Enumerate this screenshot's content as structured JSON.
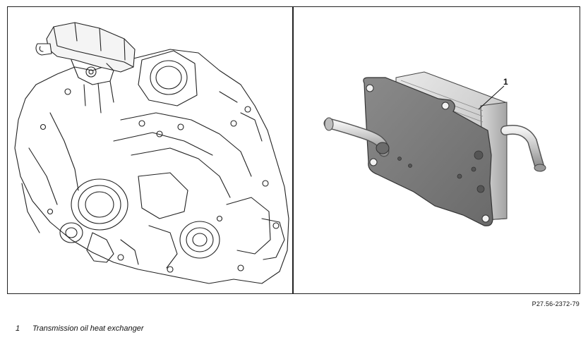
{
  "figure": {
    "reference_code": "P27.56-2372-79",
    "callout": {
      "number": "1"
    }
  },
  "legend": {
    "items": [
      {
        "number": "1",
        "text": "Transmission oil heat exchanger"
      }
    ]
  }
}
